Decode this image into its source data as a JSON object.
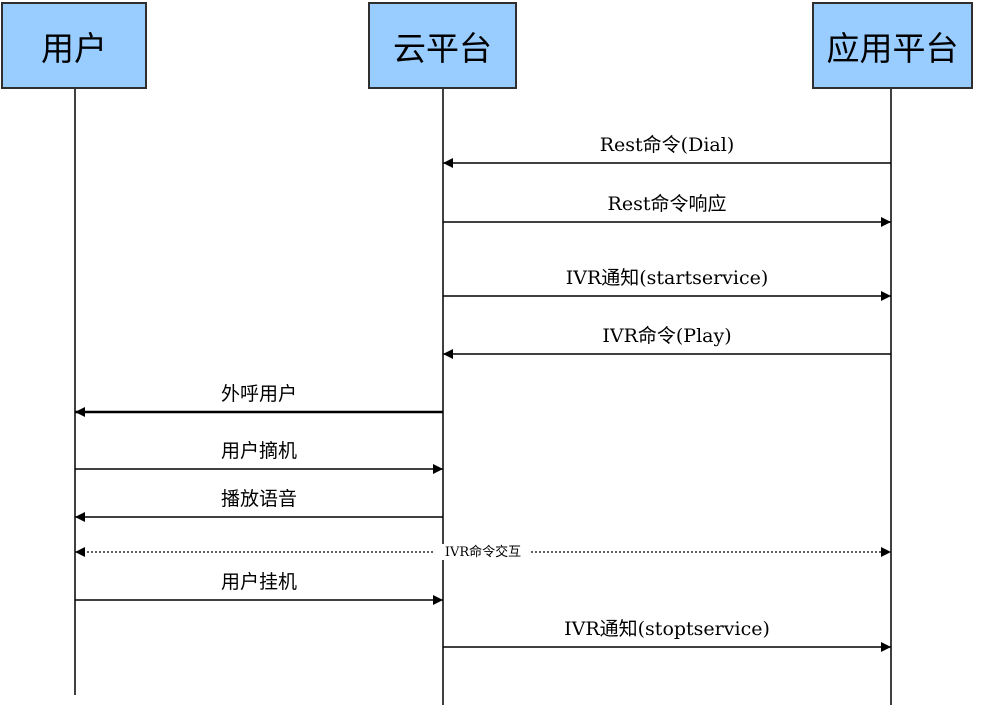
{
  "actors": {
    "user": "用户",
    "cloud": "云平台",
    "app": "应用平台"
  },
  "messages": [
    {
      "label": "Rest命令(Dial)",
      "from": "app",
      "to": "cloud",
      "style": "solid"
    },
    {
      "label": "Rest命令响应",
      "from": "cloud",
      "to": "app",
      "style": "solid"
    },
    {
      "label": "IVR通知(startservice)",
      "from": "cloud",
      "to": "app",
      "style": "solid"
    },
    {
      "label": "IVR命令(Play)",
      "from": "app",
      "to": "cloud",
      "style": "solid"
    },
    {
      "label": "外呼用户",
      "from": "cloud",
      "to": "user",
      "style": "solid"
    },
    {
      "label": "用户摘机",
      "from": "user",
      "to": "cloud",
      "style": "solid"
    },
    {
      "label": "播放语音",
      "from": "cloud",
      "to": "user",
      "style": "solid"
    },
    {
      "label": "IVR命令交互",
      "from": "user",
      "to": "app",
      "style": "dotted-both"
    },
    {
      "label": "用户挂机",
      "from": "user",
      "to": "cloud",
      "style": "solid"
    },
    {
      "label": "IVR通知(stoptservice)",
      "from": "cloud",
      "to": "app",
      "style": "solid"
    }
  ]
}
